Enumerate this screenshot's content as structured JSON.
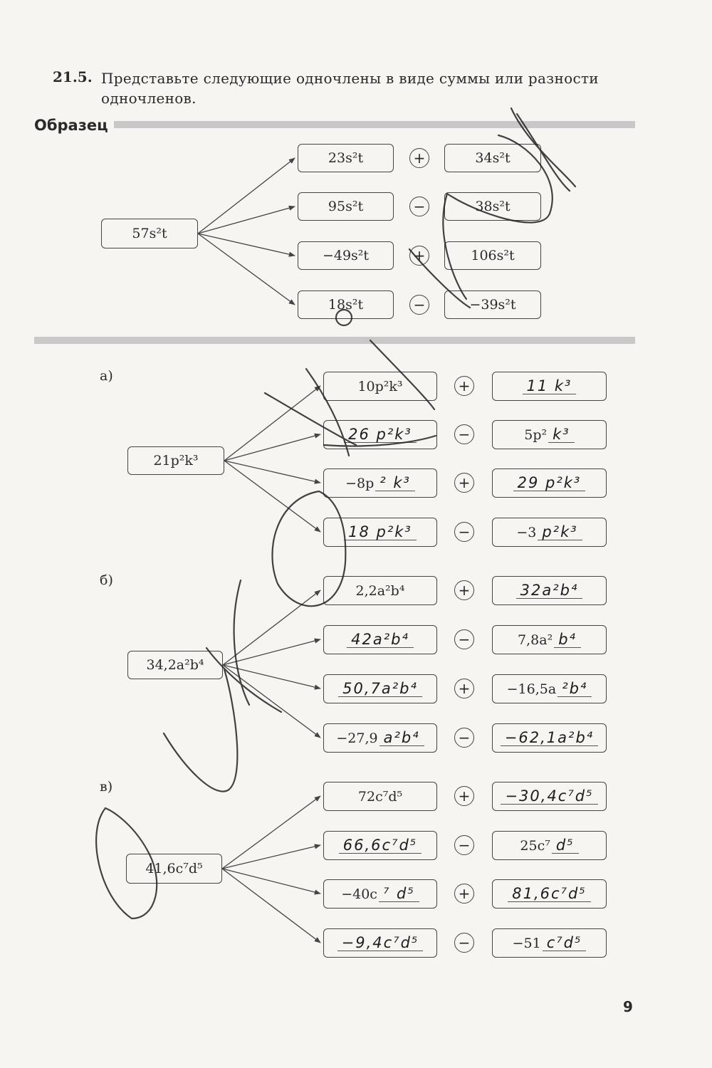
{
  "task": {
    "number": "21.5.",
    "text": "Представьте следующие одночлены в виде суммы или разности одночленов."
  },
  "sample": {
    "label": "Образец",
    "source": "57s²t",
    "rows": [
      {
        "left": "23s²t",
        "op": "+",
        "right": "34s²t"
      },
      {
        "left": "95s²t",
        "op": "−",
        "right": "38s²t"
      },
      {
        "left": "−49s²t",
        "op": "+",
        "right": "106s²t"
      },
      {
        "left": "18s²t",
        "op": "−",
        "right": "−39s²t"
      }
    ]
  },
  "parts": [
    {
      "label": "а)",
      "source": "21p²k³",
      "rows": [
        {
          "left_pre": "",
          "left": "10p²k³",
          "left_hw": false,
          "op": "+",
          "right_pre": "",
          "right": "11 k³",
          "right_hw": true
        },
        {
          "left_pre": "",
          "left": "26 p²k³",
          "left_hw": true,
          "op": "−",
          "right_pre": "5p²",
          "right": "k³",
          "right_hw": true
        },
        {
          "left_pre": "−8p",
          "left": "² k³",
          "left_hw": true,
          "op": "+",
          "right_pre": "",
          "right": "29 p²k³",
          "right_hw": true
        },
        {
          "left_pre": "",
          "left": "18 p²k³",
          "left_hw": true,
          "op": "−",
          "right_pre": "−3",
          "right": "p²k³",
          "right_hw": true
        }
      ]
    },
    {
      "label": "б)",
      "source": "34,2a²b⁴",
      "rows": [
        {
          "left_pre": "",
          "left": "2,2a²b⁴",
          "left_hw": false,
          "op": "+",
          "right_pre": "",
          "right": "32a²b⁴",
          "right_hw": true
        },
        {
          "left_pre": "",
          "left": "42a²b⁴",
          "left_hw": true,
          "op": "−",
          "right_pre": "7,8a²",
          "right": "b⁴",
          "right_hw": true
        },
        {
          "left_pre": "",
          "left": "50,7a²b⁴",
          "left_hw": true,
          "op": "+",
          "right_pre": "−16,5a",
          "right": "²b⁴",
          "right_hw": true
        },
        {
          "left_pre": "−27,9",
          "left": "a²b⁴",
          "left_hw": true,
          "op": "−",
          "right_pre": "",
          "right": "−62,1a²b⁴",
          "right_hw": true
        }
      ]
    },
    {
      "label": "в)",
      "source": "41,6c⁷d⁵",
      "rows": [
        {
          "left_pre": "",
          "left": "72c⁷d⁵",
          "left_hw": false,
          "op": "+",
          "right_pre": "",
          "right": "−30,4c⁷d⁵",
          "right_hw": true
        },
        {
          "left_pre": "",
          "left": "66,6c⁷d⁵",
          "left_hw": true,
          "op": "−",
          "right_pre": "25c⁷",
          "right": "d⁵",
          "right_hw": true
        },
        {
          "left_pre": "−40c",
          "left": "⁷ d⁵",
          "left_hw": true,
          "op": "+",
          "right_pre": "",
          "right": "81,6c⁷d⁵",
          "right_hw": true
        },
        {
          "left_pre": "",
          "left": "−9,4c⁷d⁵",
          "left_hw": true,
          "op": "−",
          "right_pre": "−51",
          "right": "c⁷d⁵",
          "right_hw": true
        }
      ]
    }
  ],
  "page_number": "9"
}
